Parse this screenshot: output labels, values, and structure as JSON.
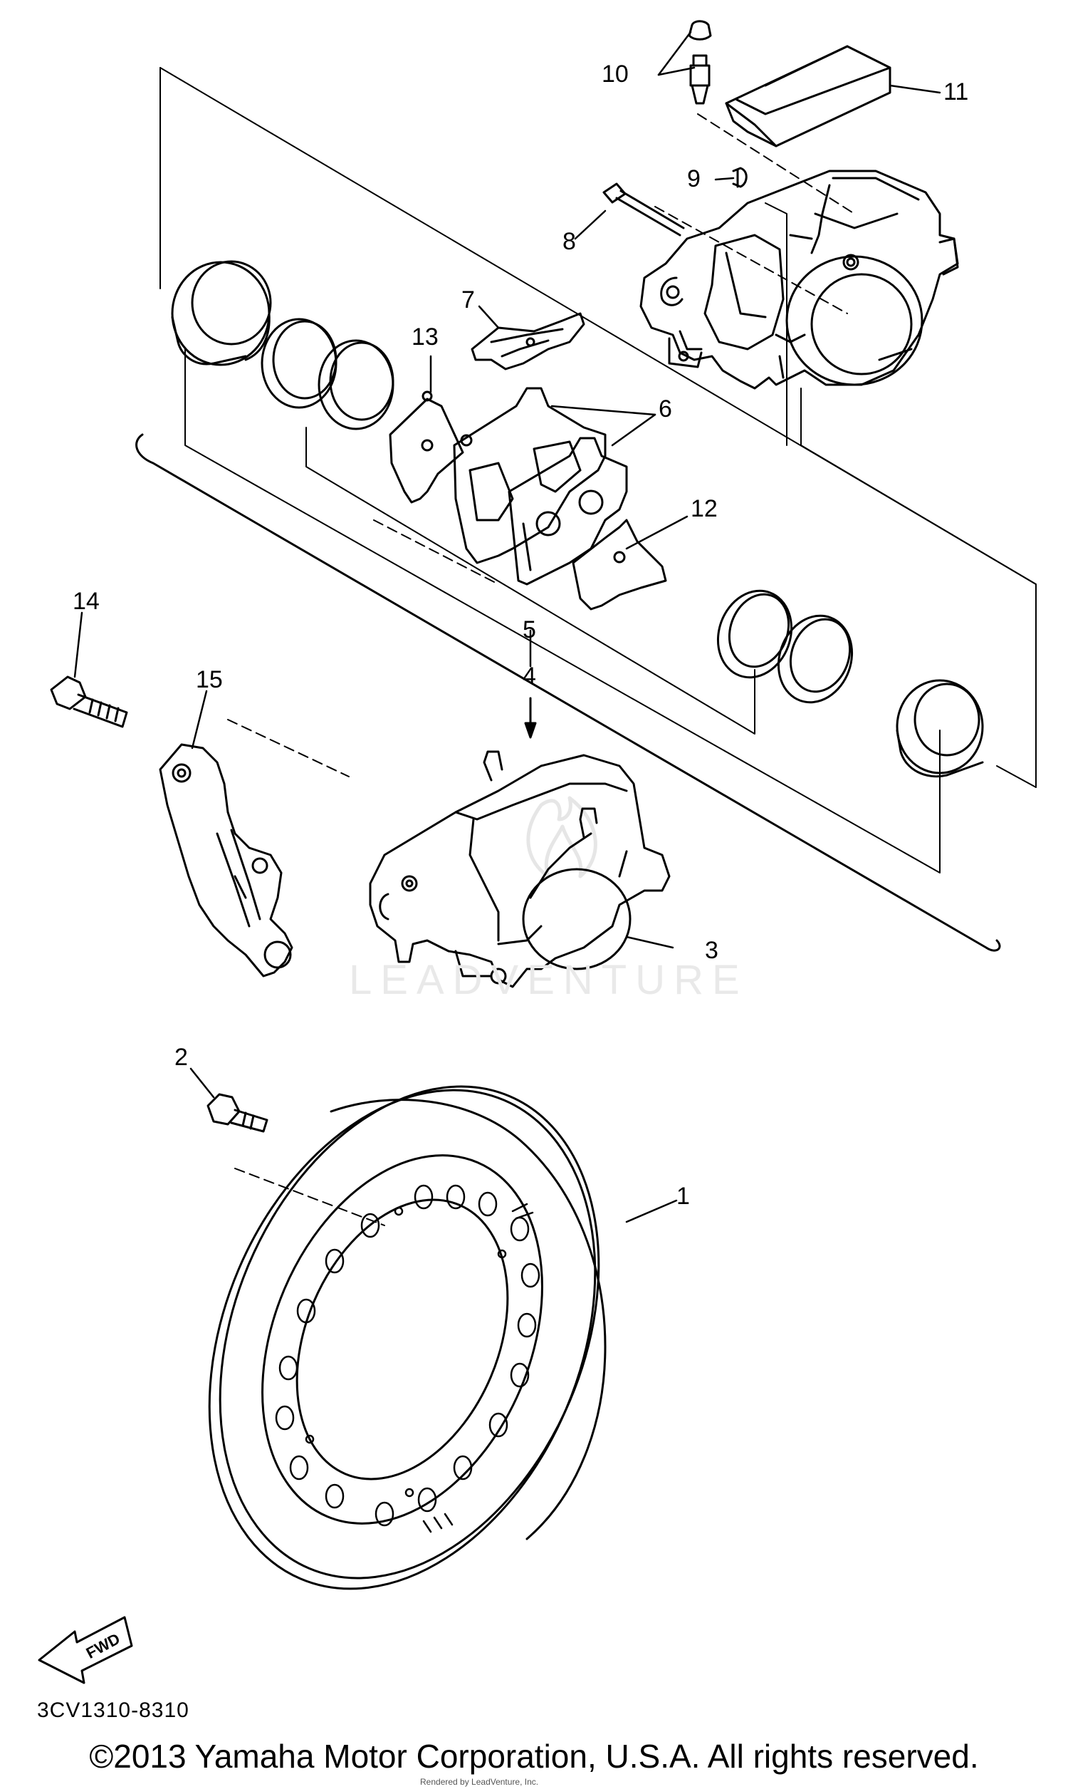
{
  "callouts": {
    "c1": "1",
    "c2": "2",
    "c3": "3",
    "c4": "4",
    "c5": "5",
    "c6": "6",
    "c7": "7",
    "c8": "8",
    "c9": "9",
    "c10": "10",
    "c11": "11",
    "c12": "12",
    "c13": "13",
    "c14": "14",
    "c15": "15"
  },
  "fwd_label": "FWD",
  "diagram_code": "3CV1310-8310",
  "watermark": "LEADVENTURE",
  "copyright": "©2013 Yamaha Motor Corporation, U.S.A. All rights reserved.",
  "rendered_note": "Rendered by LeadVenture, Inc."
}
